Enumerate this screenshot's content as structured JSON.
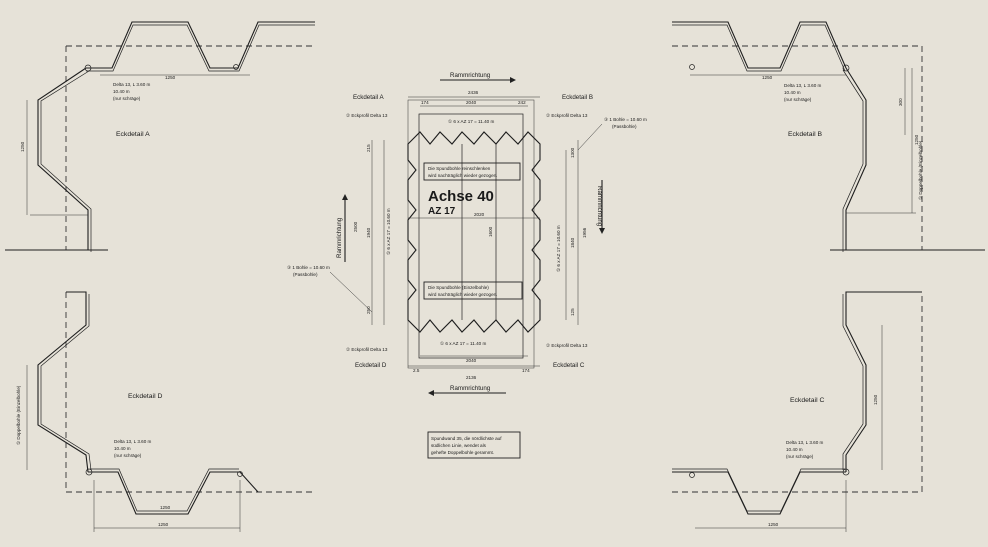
{
  "drawing": {
    "center": {
      "title": "Achse 40",
      "subtitle": "AZ 17",
      "note_top": [
        "Die Spundbohle reinschlenken",
        "wird nachträglich wieder gezogen."
      ],
      "note_bottom": [
        "Die Spundbohle (Einzelbohle)",
        "wird nachträglich wieder gezogen."
      ],
      "note_lower": [
        "Spundwand 35, die nördlichste auf",
        "südlichen Linie, wendet als",
        "gehefte Doppelbohle gerammt."
      ],
      "ramm_top": "Rammrichtung",
      "ramm_bottom": "Rammrichtung",
      "ramm_left": "Rammrichtung",
      "ramm_right": "Rammrichtung",
      "corner_tl": "Eckdetail A",
      "corner_tr": "Eckdetail B",
      "corner_bl": "Eckdetail D",
      "corner_br": "Eckdetail C",
      "dims": {
        "top_total": "2436",
        "top_inner": "2040",
        "top_left": "174",
        "top_right": "242",
        "bottom_inner": "2040",
        "bottom_total": "2136",
        "bottom_left": "2.5",
        "bottom_right": "174",
        "mid_width": "2020",
        "mid_height": "1600",
        "left_total": "1940",
        "left_outer": "2500",
        "right_total": "1956",
        "right_inner": "1840",
        "right_top": "1300",
        "right_bottom": "125",
        "left_top": "215",
        "left_bottom": "250"
      },
      "labels": {
        "piles_top": "① 6 x AZ 17 = 11.40 m",
        "piles_bottom": "① 6 x AZ 17 = 11.40 m",
        "piles_left": "① 6 x AZ 17 = 10.60 m",
        "piles_right": "① 6 x AZ 17 = 10.60 m",
        "eck_tl": "② Eckprofil Delta 13",
        "eck_tr": "② Eckprofil Delta 13",
        "eck_bl": "② Eckprofil Delta 13",
        "eck_br": "② Eckprofil Delta 13",
        "pass_tr": [
          "③ 1 Bohle = 10.60 m",
          "(Passbohle)"
        ],
        "pass_l": [
          "③ 1 Bohle = 10.60 m",
          "(Passbohle)"
        ]
      }
    },
    "detail_a": {
      "title": "Eckdetail A",
      "dim_top": "1250",
      "dim_left": "1250",
      "delta": [
        "Delta 13, L 3.60 m",
        "10.40 m",
        "(nur schräge)"
      ]
    },
    "detail_b": {
      "title": "Eckdetail B",
      "dim_top": "1250",
      "dim_right": "1250",
      "dim_right2": "300",
      "delta": [
        "Delta 13, L 3.60 m",
        "10.40 m",
        "(nur schräge)"
      ],
      "vert_label": "① Doppelbohle (Einzelbohle)"
    },
    "detail_c": {
      "title": "Eckdetail C",
      "dim_right": "1250",
      "dim_bottom": "1250",
      "delta": [
        "Delta 13, L 3.60 m",
        "10.40 m",
        "(nur schräge)"
      ]
    },
    "detail_d": {
      "title": "Eckdetail D",
      "dim_bottom": "1250",
      "dim_bottom2": "1250",
      "delta": [
        "Delta 13, L 3.60 m",
        "10.40 m",
        "(nur schräge)"
      ],
      "vert_label": "① Doppelbohle (Einzelbohle)"
    }
  }
}
